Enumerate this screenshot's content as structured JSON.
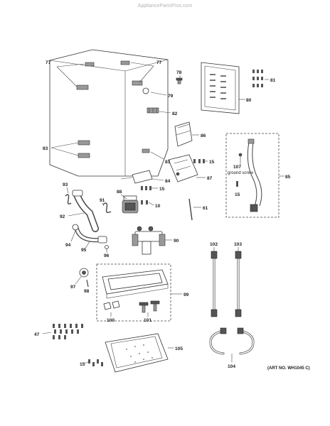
{
  "watermark": "AppliancePartsPros.com",
  "art_number": "(ART NO. WH1045 C)",
  "ground_screw_label": "ground screw",
  "callouts": {
    "c77a": "77",
    "c77b": "77",
    "c78": "78",
    "c81": "81",
    "c79": "79",
    "c80": "80",
    "c82": "82",
    "c86": "86",
    "c83a": "83",
    "c83b": "83",
    "c15a": "15",
    "c107": "107",
    "c85": "85",
    "c84": "84",
    "c87": "87",
    "c93": "93",
    "c88": "88",
    "c15b": "15",
    "c91": "91",
    "c10": "10",
    "c61": "61",
    "c15c": "15",
    "c92": "92",
    "c94": "94",
    "c95": "95",
    "c96": "96",
    "c90": "90",
    "c102": "102",
    "c103": "103",
    "c97": "97",
    "c98": "98",
    "c99": "99",
    "c100": "100",
    "c101": "101",
    "c47": "47",
    "c105": "105",
    "c104": "104",
    "c15d": "15"
  }
}
